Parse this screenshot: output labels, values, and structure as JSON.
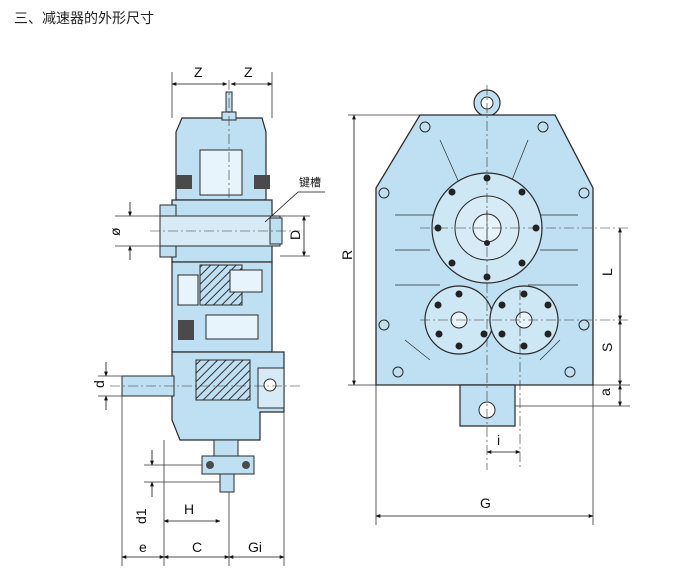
{
  "heading": "三、减速器的外形尺寸",
  "colors": {
    "body_fill": "#bfe0f2",
    "outline": "#2a2a2a",
    "dark_fill": "#4a4a4a"
  },
  "side_view": {
    "labels": {
      "z_left": "Z",
      "z_right": "Z",
      "phi": "ø",
      "D": "D",
      "keyway": "键槽",
      "d": "d",
      "d1": "d1",
      "H": "H",
      "e": "e",
      "C": "C",
      "Gi": "Gi"
    }
  },
  "front_view": {
    "labels": {
      "R": "R",
      "L": "L",
      "S": "S",
      "a": "a",
      "i": "i",
      "G": "G"
    }
  }
}
